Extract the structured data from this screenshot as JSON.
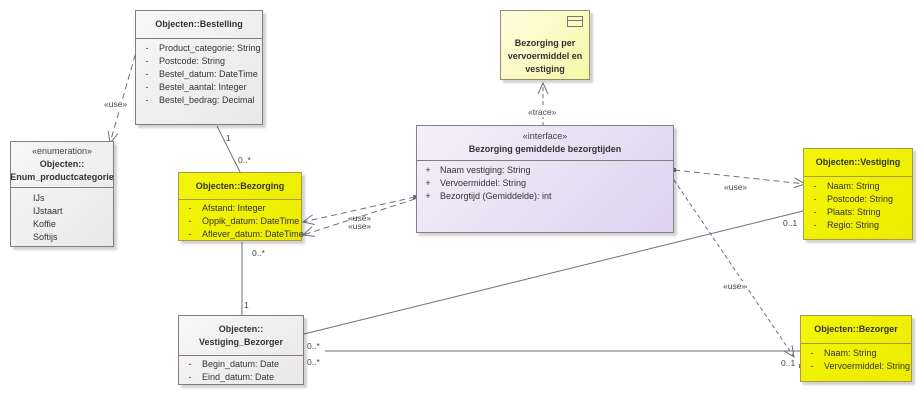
{
  "diagram": {
    "classes": {
      "bestelling": {
        "name": "Objecten::Bestelling",
        "attributes": [
          {
            "vis": "-",
            "text": "Product_categorie: String"
          },
          {
            "vis": "-",
            "text": "Postcode: String"
          },
          {
            "vis": "-",
            "text": "Bestel_datum: DateTime"
          },
          {
            "vis": "-",
            "text": "Bestel_aantal: Integer"
          },
          {
            "vis": "-",
            "text": "Bestel_bedrag: Decimal"
          }
        ]
      },
      "enum_productcategorie": {
        "stereotype": "«enumeration»",
        "name_line1": "Objecten::",
        "name_line2": "Enum_productcategorie",
        "literals": [
          "IJs",
          "IJstaart",
          "Koffie",
          "Softijs"
        ]
      },
      "bezorging": {
        "name": "Objecten::Bezorging",
        "attributes": [
          {
            "vis": "-",
            "text": "Afstand: Integer"
          },
          {
            "vis": "-",
            "text": "Oppik_datum: DateTime"
          },
          {
            "vis": "-",
            "text": "Aflever_datum: DateTime"
          }
        ]
      },
      "interface_bezorgtijden": {
        "stereotype": "«interface»",
        "name": "Bezorging gemiddelde bezorgtijden",
        "attributes": [
          {
            "vis": "+",
            "text": "Naam vestiging: String"
          },
          {
            "vis": "+",
            "text": "Vervoermiddel: String"
          },
          {
            "vis": "+",
            "text": "Bezorgtijd (Gemiddelde): int"
          }
        ]
      },
      "artifact": {
        "text_line1": "Bezorging per",
        "text_line2": "vervoermiddel en",
        "text_line3": "vestiging"
      },
      "vestiging": {
        "name": "Objecten::Vestiging",
        "attributes": [
          {
            "vis": "-",
            "text": "Naam: String"
          },
          {
            "vis": "-",
            "text": "Postcode: String"
          },
          {
            "vis": "-",
            "text": "Plaats: String"
          },
          {
            "vis": "-",
            "text": "Regio: String"
          }
        ]
      },
      "vestiging_bezorger": {
        "name_line1": "Objecten::",
        "name_line2": "Vestiging_Bezorger",
        "attributes": [
          {
            "vis": "-",
            "text": "Begin_datum: Date"
          },
          {
            "vis": "-",
            "text": "Eind_datum: Date"
          }
        ]
      },
      "bezorger": {
        "name": "Objecten::Bezorger",
        "attributes": [
          {
            "vis": "-",
            "text": "Naam: String"
          },
          {
            "vis": "-",
            "text": "Vervoermiddel: String"
          }
        ]
      }
    },
    "connectors": {
      "use_bestelling_enum": "«use»",
      "bestelling_bezorging_1": "1",
      "bestelling_bezorging_many": "0..*",
      "use_iface_bezorging_1": "«use»",
      "use_iface_bezorging_2": "«use»",
      "trace": "«trace»",
      "use_iface_vestiging": "«use»",
      "use_iface_bezorger": "«use»",
      "bezorging_vb_many": "0..*",
      "bezorging_vb_1": "1",
      "vestiging_vb_01": "0..1",
      "vb_vestiging_many": "0..*",
      "vb_bezorger_many": "0..*",
      "bezorger_vb_01": "0..1"
    }
  }
}
